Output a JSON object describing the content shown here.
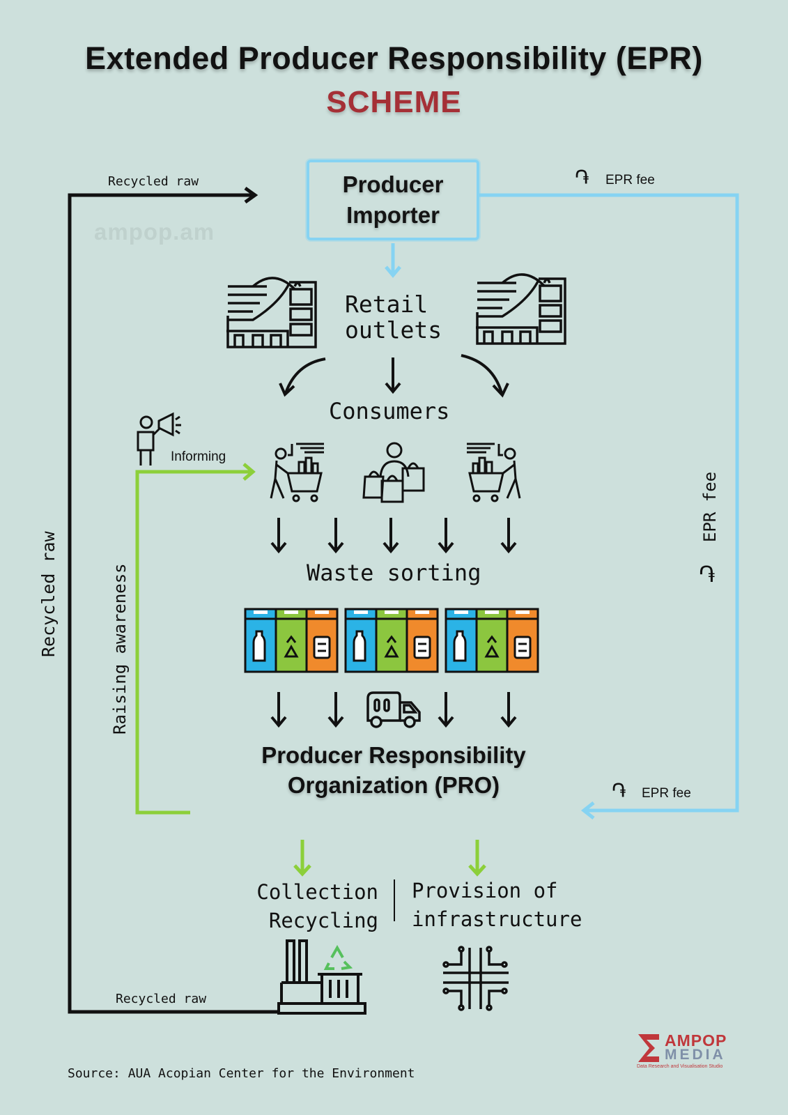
{
  "header": {
    "title": "Extended Producer Responsibility (EPR)",
    "subtitle": "SCHEME"
  },
  "watermark": "ampop.am",
  "nodes": {
    "producer_line1": "Producer",
    "producer_line2": "Importer",
    "retail_line1": "Retail",
    "retail_line2": "outlets",
    "consumers": "Consumers",
    "waste_sorting": "Waste sorting",
    "pro_line1": "Producer Responsibility",
    "pro_line2": "Organization (PRO)",
    "collection_line1": "Collection",
    "collection_line2": "Recycling",
    "provision_line1": "Provision of",
    "provision_line2": "infrastructure"
  },
  "edge_labels": {
    "recycled_raw_top": "Recycled raw",
    "recycled_raw_bottom": "Recycled raw",
    "recycled_raw_side": "Recycled raw",
    "epr_fee_top": "EPR fee",
    "epr_fee_side": "EPR fee",
    "epr_fee_bottom": "EPR fee",
    "informing": "Informing",
    "raising_awareness": "Raising awareness",
    "dram_symbol": "֏"
  },
  "footer": {
    "source": "Source: AUA Acopian Center for the Environment",
    "logo_line1": "AMPOP",
    "logo_line2": "MEDIA",
    "logo_tagline": "Data Research and Visualisation Studio"
  },
  "colors": {
    "background": "#cde0dc",
    "blue_flow": "#86d3f2",
    "green_flow": "#8ccf3a",
    "black_flow": "#111111",
    "accent_red": "#a53036",
    "bin_blue": "#2bb3e6",
    "bin_green": "#8cc63f",
    "bin_orange": "#f08a2c"
  },
  "icons": [
    "store-icon",
    "megaphone-person-icon",
    "shopping-cart-icon",
    "shopping-bags-icon",
    "recycle-bin-icon",
    "garbage-truck-icon",
    "recycling-factory-icon",
    "infrastructure-circuit-icon"
  ]
}
